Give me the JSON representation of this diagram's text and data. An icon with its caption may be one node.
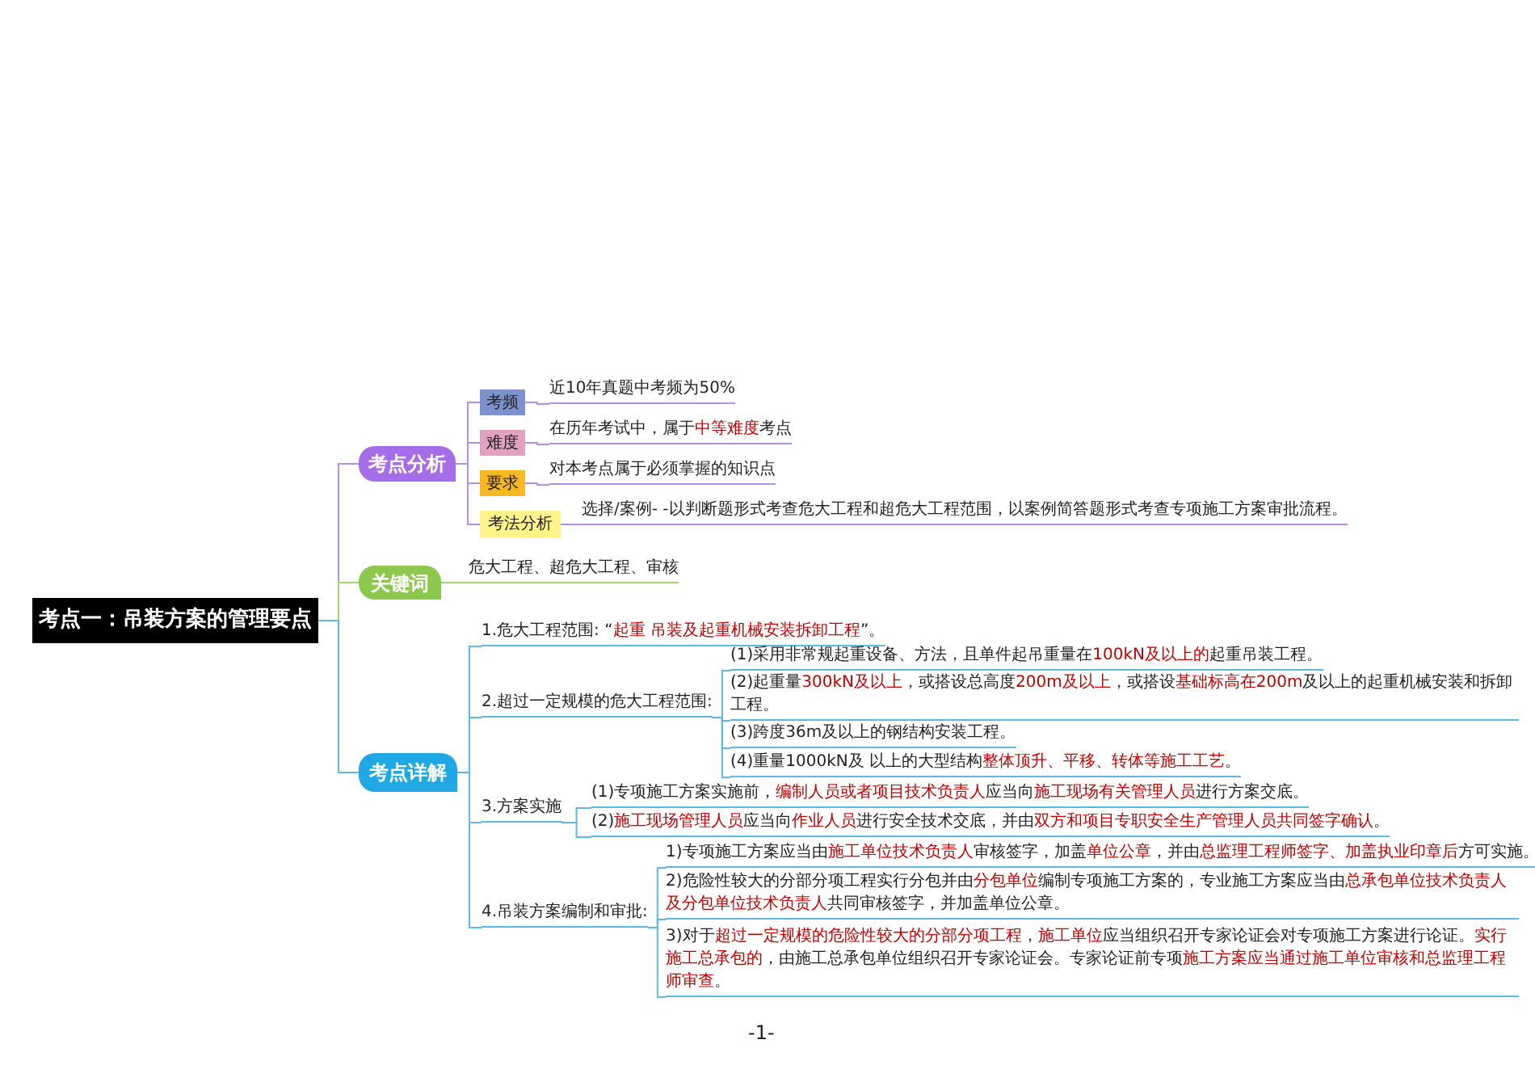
{
  "diagram": {
    "nodes": [
      {
        "text": [
          "考点一：吊装方案的管理要点"
        ]
      },
      {
        "text": [
          "考点分析"
        ]
      },
      {
        "text": [
          "考频"
        ]
      },
      {
        "text": [
          "近10年真题中考频为50%"
        ]
      },
      {
        "text": [
          "难度"
        ]
      },
      {
        "text": [
          "在历年考试中，属于**中等难度**考点"
        ]
      },
      {
        "text": [
          "要求"
        ]
      },
      {
        "text": [
          "对本考点属于必须掌握的知识点"
        ]
      },
      {
        "text": [
          "考法分析"
        ]
      },
      {
        "text": [
          "选择/案例- -以判断题形式考查危大工程和超危大工程范围，以案例简答题形式考查专项施工方案审批流程。"
        ]
      },
      {
        "text": [
          "关键词"
        ]
      },
      {
        "text": [
          "危大工程、超危大工程、审核"
        ]
      },
      {
        "text": [
          "考点详解"
        ]
      },
      {
        "text": [
          "1.危大工程范围: “**起重 吊装及起重机械安装拆卸工程**”。"
        ]
      },
      {
        "text": [
          "2.超过一定规模的危大工程范围:"
        ]
      },
      {
        "text": [
          "(1)采用非常规起重设备、方法，且单件起吊重量在**100kN及以上的**起重吊装工程。"
        ]
      },
      {
        "text": [
          "(2)起重量**300kN及以上**，或搭设总高度**200m及以上**，或搭设**基础标高在200m**及以上的起重机械安装和拆卸工程。"
        ]
      },
      {
        "text": [
          "(3)跨度36m及以上的钢结构安装工程。"
        ]
      },
      {
        "text": [
          "(4)重量1000kN及 以上的大型结构**整体顶升、平移、转体等施工工艺**。"
        ]
      },
      {
        "text": [
          "3.方案实施"
        ]
      },
      {
        "text": [
          "(1)专项施工方案实施前，**编制人员或者项目技术负责人**应当向**施工现场有关管理人员**进行方案交底。"
        ]
      },
      {
        "text": [
          "(2)**施工现场管理人员**应当向**作业人员**进行安全技术交底，并由**双方和项目专职安全生产管理人员共同签字确认**。"
        ]
      },
      {
        "text": [
          "4.吊装方案编制和审批:"
        ]
      },
      {
        "text": [
          "1)专项施工方案应当由**施工单位技术负责人**审核签字，加盖**单位公章**，并由**总监理工程师签字、加盖执业印章后**方可实施。"
        ]
      },
      {
        "text": [
          "2)危险性较大的分部分项工程实行分包并由**分包单位**编制专项施工方案的，专业施工方案应当由**总承包单位技术负责人及分包单位技术负责人**共同审核签字，并加盖单位公章。"
        ]
      },
      {
        "text": [
          "3)对于**超过一定规模的危险性较大的分部分项工程**，**施工单位**应当组织召开专家论证会对专项施工方案进行论证。**实行施工总承包的**，由施工总承包单位组织召开专家论证会。专家论证前专项**施工方案应当通过施工单位审核和总监理工程师审查**。"
        ]
      }
    ],
    "edges": [
      {
        "from": 0,
        "to": 1,
        "arrow": "none",
        "color": "#b48ee8"
      },
      {
        "from": 1,
        "to": 2,
        "arrow": "none",
        "color": "#b48ee8"
      },
      {
        "from": 2,
        "to": 3,
        "arrow": "none",
        "color": "#b48ee8"
      },
      {
        "from": 1,
        "to": 4,
        "arrow": "none",
        "color": "#b48ee8"
      },
      {
        "from": 4,
        "to": 5,
        "arrow": "none",
        "color": "#b48ee8"
      },
      {
        "from": 1,
        "to": 6,
        "arrow": "none",
        "color": "#b48ee8"
      },
      {
        "from": 6,
        "to": 7,
        "arrow": "none",
        "color": "#b48ee8"
      },
      {
        "from": 1,
        "to": 8,
        "arrow": "none",
        "color": "#b48ee8"
      },
      {
        "from": 8,
        "to": 9,
        "arrow": "none",
        "color": "#b48ee8"
      },
      {
        "from": 0,
        "to": 10,
        "arrow": "none",
        "color": "#a8d07a"
      },
      {
        "from": 10,
        "to": 11,
        "arrow": "none",
        "color": "#a8d07a"
      },
      {
        "from": 0,
        "to": 12,
        "arrow": "none"
      },
      {
        "from": 12,
        "to": 13,
        "arrow": "none"
      },
      {
        "from": 12,
        "to": 14,
        "arrow": "none"
      },
      {
        "from": 14,
        "to": 15,
        "arrow": "none"
      },
      {
        "from": 14,
        "to": 16,
        "arrow": "none"
      },
      {
        "from": 14,
        "to": 17,
        "arrow": "none"
      },
      {
        "from": 14,
        "to": 18,
        "arrow": "none"
      },
      {
        "from": 12,
        "to": 19,
        "arrow": "none"
      },
      {
        "from": 19,
        "to": 20,
        "arrow": "none"
      },
      {
        "from": 19,
        "to": 21,
        "arrow": "none"
      },
      {
        "from": 12,
        "to": 22,
        "arrow": "none"
      },
      {
        "from": 22,
        "to": 23,
        "arrow": "none"
      },
      {
        "from": 22,
        "to": 24,
        "arrow": "none"
      },
      {
        "from": 22,
        "to": 25,
        "arrow": "none"
      }
    ],
    "labels": [
      "-1-"
    ]
  }
}
